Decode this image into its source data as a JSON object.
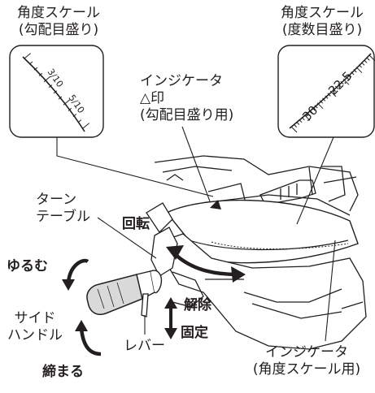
{
  "labels": {
    "scale_slope_line1": "角度スケール",
    "scale_slope_line2": "(勾配目盛り)",
    "scale_degree_line1": "角度スケール",
    "scale_degree_line2": "(度数目盛り)",
    "indicator_slope_line1": "インジケータ",
    "indicator_slope_line2": "△印",
    "indicator_slope_line3": "(勾配目盛り用)",
    "turntable_line1": "ターン",
    "turntable_line2": "テーブル",
    "rotate": "回転",
    "loosen": "ゆるむ",
    "release": "解除",
    "fix": "固定",
    "side_handle_line1": "サイド",
    "side_handle_line2": "ハンドル",
    "tighten": "締まる",
    "lever": "レバー",
    "indicator_degree_line1": "インジケータ",
    "indicator_degree_line2": "(角度スケール用)"
  },
  "scale_slope_marks": [
    "3/10",
    "5/10"
  ],
  "scale_degree_marks": [
    "30",
    "22.5"
  ],
  "colors": {
    "ink": "#231f20",
    "bracket_fill": "#ffffff",
    "handle_fill": "#d9d9d9"
  }
}
